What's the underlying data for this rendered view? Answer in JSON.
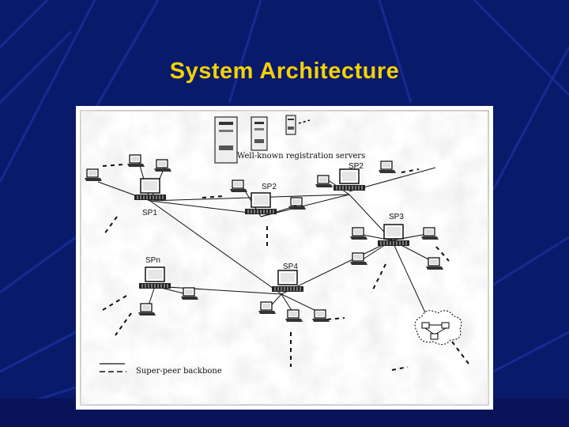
{
  "slide": {
    "title": "System Architecture"
  },
  "diagram": {
    "servers_label": "Well-known registration servers",
    "nodes": {
      "sp1": "SP1",
      "sp2_top": "SP2",
      "sp2_mid": "SP2",
      "sp3": "SP3",
      "sp4": "SP4",
      "spn": "SPn"
    },
    "legend": {
      "backbone_label": "Super-peer backbone"
    }
  },
  "colors": {
    "background": "#0a1a6b",
    "title": "#f5d200",
    "figure_bg": "#ffffff"
  }
}
